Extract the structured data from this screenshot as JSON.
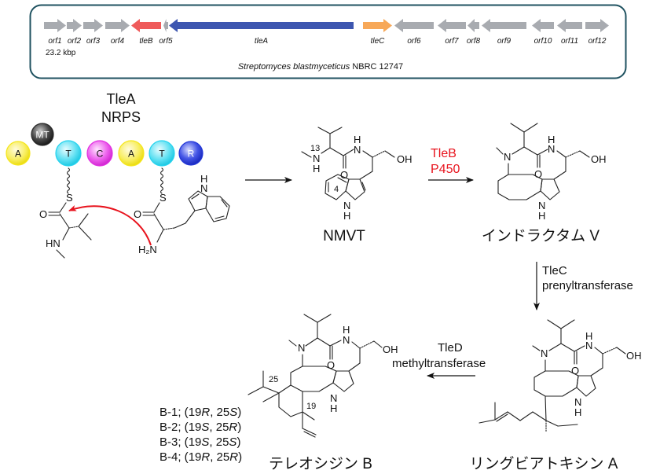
{
  "gene_cluster": {
    "organism": "Streptomyces blastmyceticus",
    "strain": "NBRC 12747",
    "length_label": "23.2 kbp",
    "colors": {
      "border": "#1f5260",
      "default": "#a8abb0",
      "tleA": "#3d56b0",
      "tleB": "#ef5b5b",
      "tleC": "#f7a858"
    },
    "genes": [
      {
        "name": "orf1",
        "dir": "right",
        "color": "default"
      },
      {
        "name": "orf2",
        "dir": "right",
        "color": "default"
      },
      {
        "name": "orf3",
        "dir": "right",
        "color": "default"
      },
      {
        "name": "orf4",
        "dir": "right",
        "color": "default"
      },
      {
        "name": "tleB",
        "dir": "left",
        "color": "tleB"
      },
      {
        "name": "orf5",
        "dir": "left",
        "color": "default"
      },
      {
        "name": "tleA",
        "dir": "left",
        "color": "tleA"
      },
      {
        "name": "tleC",
        "dir": "right",
        "color": "tleC"
      },
      {
        "name": "orf6",
        "dir": "left",
        "color": "default"
      },
      {
        "name": "orf7",
        "dir": "left",
        "color": "default"
      },
      {
        "name": "orf8",
        "dir": "left",
        "color": "default"
      },
      {
        "name": "orf9",
        "dir": "left",
        "color": "default"
      },
      {
        "name": "orf10",
        "dir": "left",
        "color": "default"
      },
      {
        "name": "orf11",
        "dir": "left",
        "color": "default"
      },
      {
        "name": "orf12",
        "dir": "right",
        "color": "default"
      }
    ]
  },
  "nrps": {
    "title_line1": "TleA",
    "title_line2": "NRPS",
    "domains": [
      {
        "label": "A",
        "color": "#f5e61c"
      },
      {
        "label": "MT",
        "color": "#2a2a2a"
      },
      {
        "label": "T",
        "color": "#26d3ee"
      },
      {
        "label": "C",
        "color": "#e02fe0"
      },
      {
        "label": "A",
        "color": "#f5e61c"
      },
      {
        "label": "T",
        "color": "#26d3ee"
      },
      {
        "label": "R",
        "color": "#2438d8"
      }
    ],
    "atoms": {
      "S": "S",
      "O": "O",
      "HN": "HN",
      "H2N": "H₂N",
      "NH": "N",
      "H": "H"
    }
  },
  "compounds": {
    "nmvt": {
      "name": "NMVT",
      "locants": [
        "13",
        "4"
      ]
    },
    "indolactam": {
      "name": "インドラクタム V"
    },
    "lyngbyatoxin": {
      "name": "リングビアトキシン A"
    },
    "teleocidin": {
      "name": "テレオシジン B",
      "locants": [
        "25",
        "19"
      ],
      "isomers": [
        {
          "id": "B-1;",
          "c19": "19",
          "c19cfg": "R",
          "c25": "25",
          "c25cfg": "S"
        },
        {
          "id": "B-2;",
          "c19": "19",
          "c19cfg": "S",
          "c25": "25",
          "c25cfg": "R"
        },
        {
          "id": "B-3;",
          "c19": "19",
          "c19cfg": "S",
          "c25": "25",
          "c25cfg": "S"
        },
        {
          "id": "B-4;",
          "c19": "19",
          "c19cfg": "R",
          "c25": "25",
          "c25cfg": "R"
        }
      ]
    }
  },
  "reactions": {
    "tleB": {
      "enzyme": "TleB",
      "type": "P450",
      "color": "#e8141e"
    },
    "tleC": {
      "enzyme": "TleC",
      "type": "prenyltransferase"
    },
    "tleD": {
      "enzyme": "TleD",
      "type": "methyltransferase"
    }
  },
  "accents": {
    "coupling_arrow": "#e8141e"
  }
}
